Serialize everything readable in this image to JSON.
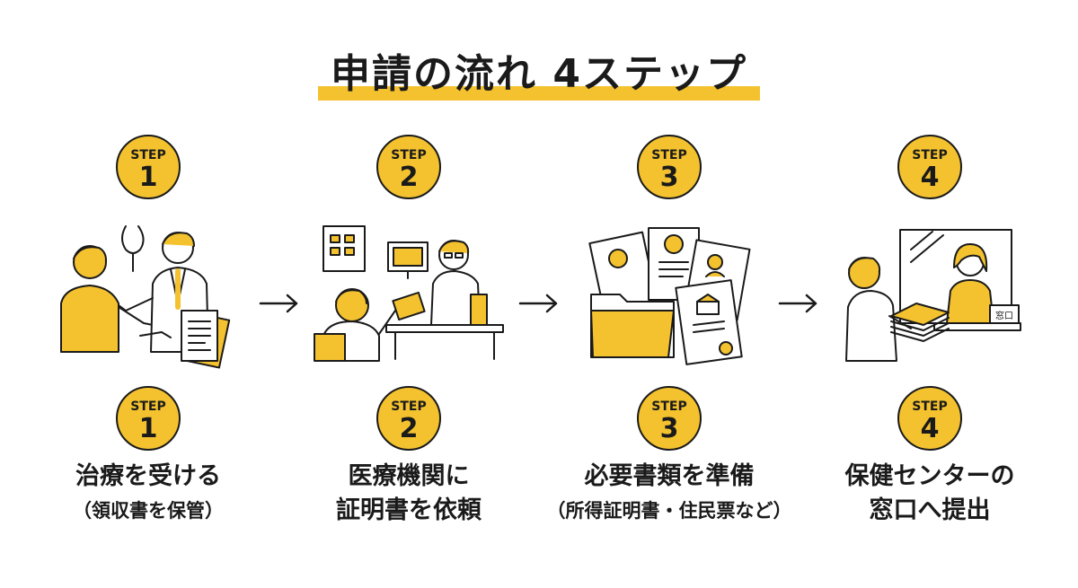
{
  "title": "申請の流れ 4ステップ",
  "colors": {
    "accent": "#f4c22f",
    "ink": "#1a1a1a"
  },
  "steps": [
    {
      "label": "STEP",
      "number": "1",
      "line1": "治療を受ける",
      "line2": "（領収書を保管）"
    },
    {
      "label": "STEP",
      "number": "2",
      "line1": "医療機関に",
      "line2": "証明書を依頼"
    },
    {
      "label": "STEP",
      "number": "3",
      "line1": "必要書類を準備",
      "line2": "（所得証明書・住民票など）"
    },
    {
      "label": "STEP",
      "number": "4",
      "line1": "保健センターの",
      "line2": "窓口へ提出",
      "sign": "窓口"
    }
  ]
}
